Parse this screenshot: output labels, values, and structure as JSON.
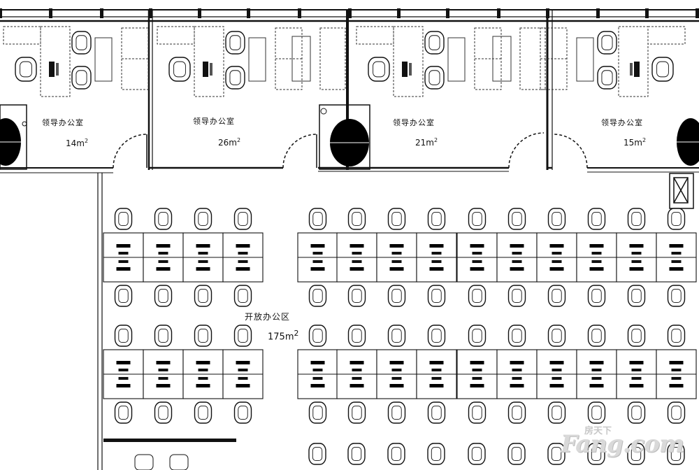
{
  "rooms": [
    {
      "name": "领导办公室",
      "area": "14m",
      "sup": "2"
    },
    {
      "name": "领导办公室",
      "area": "26m",
      "sup": "2"
    },
    {
      "name": "领导办公室",
      "area": "21m",
      "sup": "2"
    },
    {
      "name": "领导办公室",
      "area": "15m",
      "sup": "2"
    }
  ],
  "open_office": {
    "name": "开放办公区",
    "area": "175m",
    "sup": "2"
  },
  "watermark": {
    "chinese": "房天下",
    "english": "Fang.com"
  },
  "colors": {
    "line": "#111111",
    "fill": "#000000",
    "watermark": "#d0d0d0"
  }
}
